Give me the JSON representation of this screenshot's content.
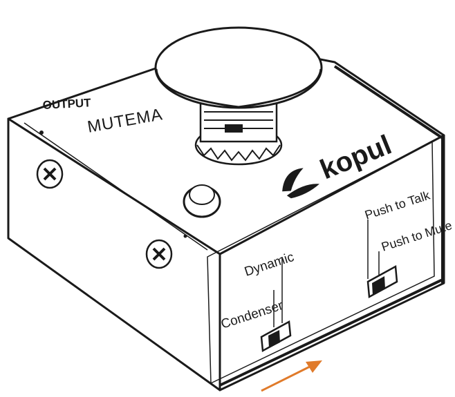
{
  "device": {
    "brand": "kopul",
    "model_partial": "MUTEMA",
    "output_label": "OUTPUT"
  },
  "switches": {
    "mic_type": {
      "upper_label": "Dynamic",
      "lower_label": "Condenser"
    },
    "mode": {
      "upper_label": "Push to Talk",
      "lower_label": "Push to Mute"
    }
  },
  "colors": {
    "outline": "#1a1a1a",
    "body": "#ffffff",
    "arrow": "#e07a2a"
  },
  "icons": {
    "brand_logo": "kopul-leaf-logo-icon",
    "arrow": "orange-direction-arrow-icon"
  }
}
